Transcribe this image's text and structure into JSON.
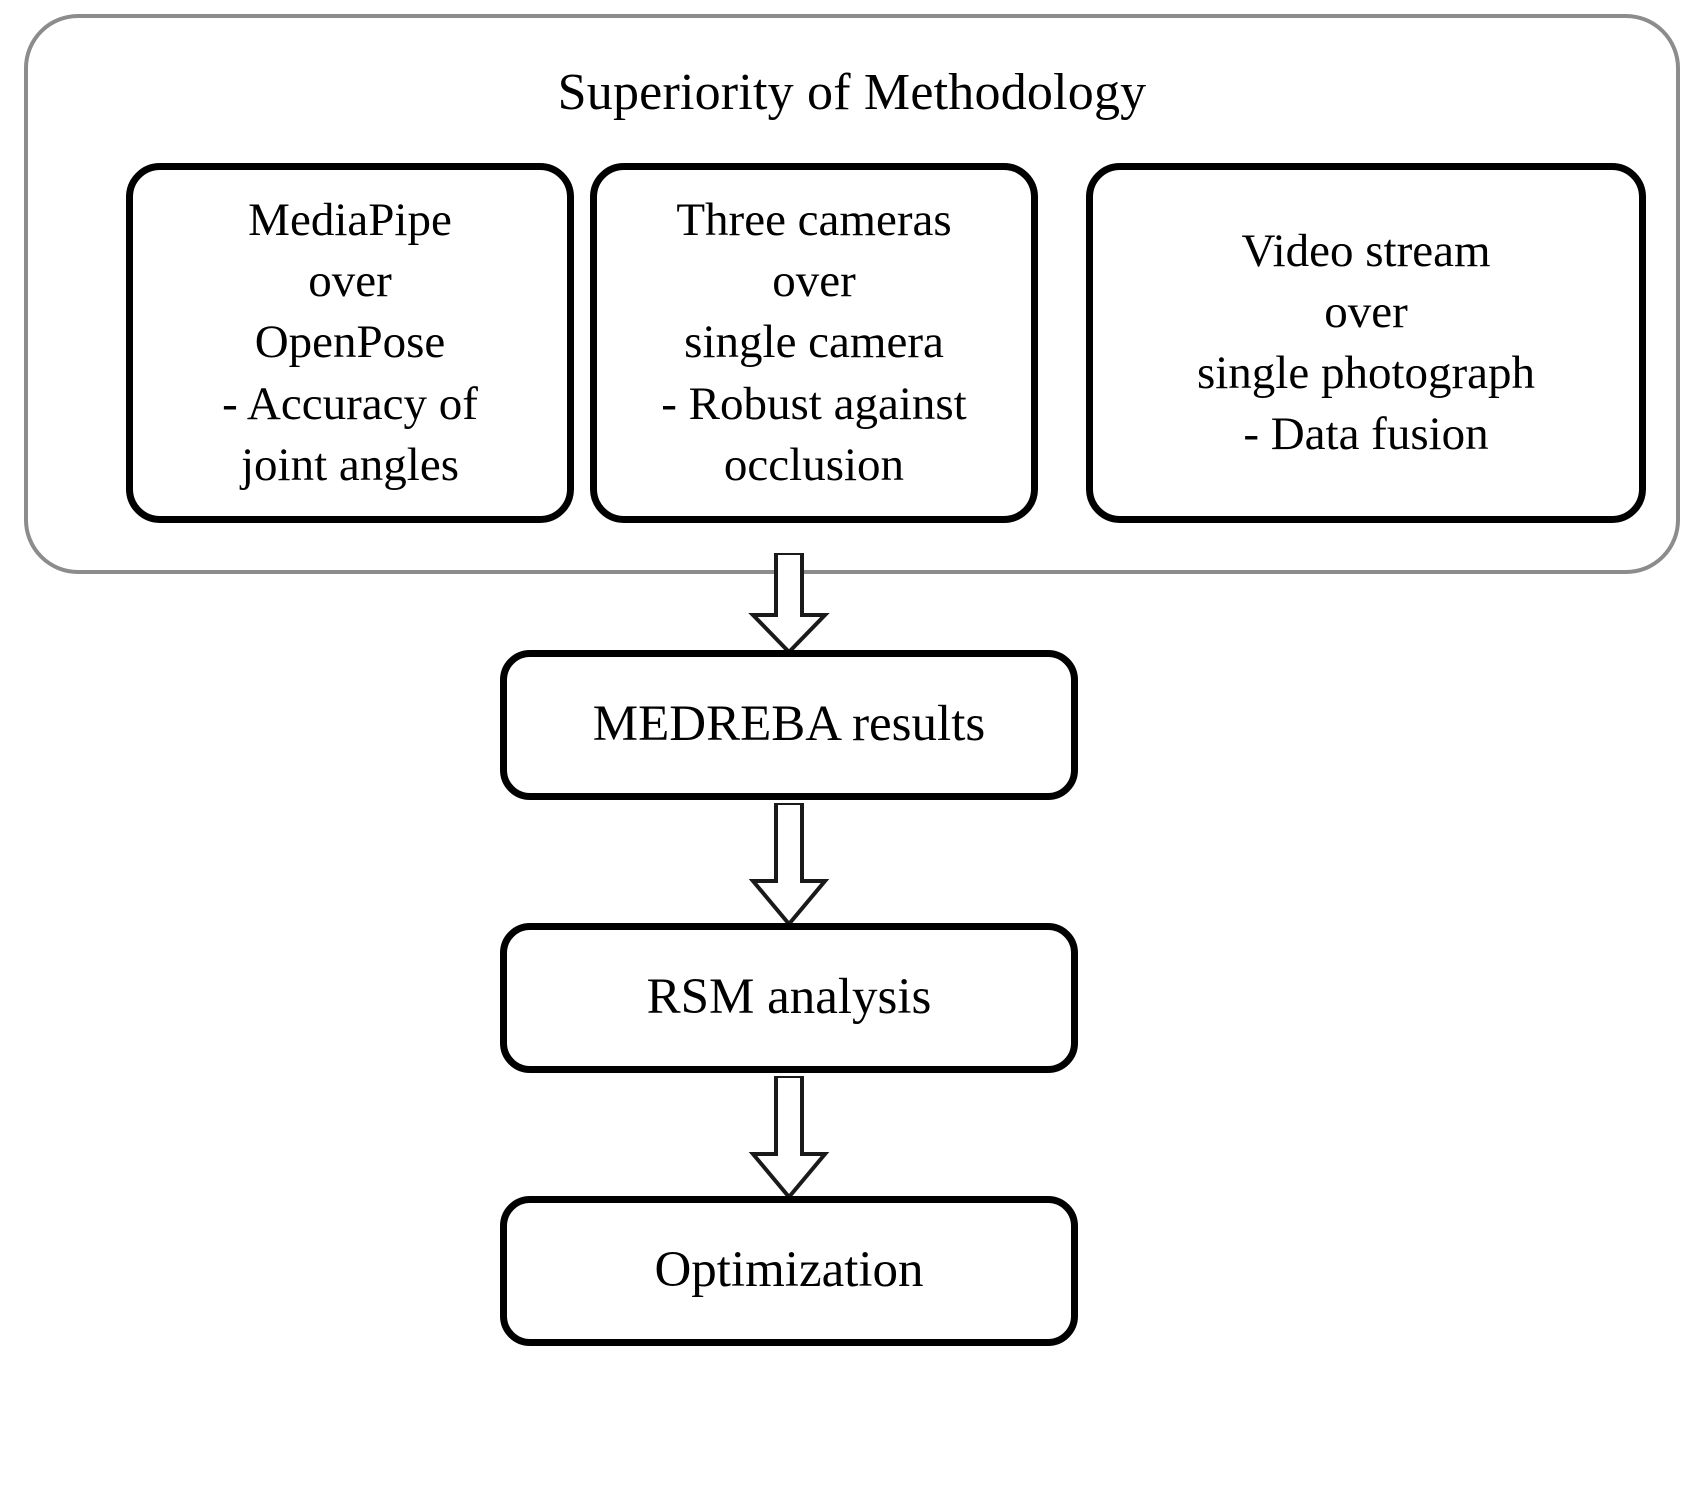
{
  "diagram": {
    "title": "Superiority of Methodology",
    "group": {
      "label": "Superiority of Methodology",
      "border_color": "#8c8c8c"
    },
    "features": [
      {
        "id": "mediapipe-over-openpose",
        "text": "MediaPipe\nover\nOpenPose\n- Accuracy of\njoint angles"
      },
      {
        "id": "three-cameras-over-single-camera",
        "text": "Three cameras\nover\nsingle camera\n- Robust against\nocclusion"
      },
      {
        "id": "video-stream-over-single-photograph",
        "text": "Video stream\nover\nsingle photograph\n- Data fusion"
      }
    ],
    "stages": [
      {
        "id": "medreba-results",
        "label": "MEDREBA results"
      },
      {
        "id": "rsm-analysis",
        "label": "RSM analysis"
      },
      {
        "id": "optimization",
        "label": "Optimization"
      }
    ],
    "arrows": [
      {
        "id": "arrow-group-to-medreba",
        "from": "superiority-group",
        "to": "medreba-results",
        "direction": "down",
        "style": "hollow-block"
      },
      {
        "id": "arrow-medreba-to-rsm",
        "from": "medreba-results",
        "to": "rsm-analysis",
        "direction": "down",
        "style": "hollow-block"
      },
      {
        "id": "arrow-rsm-to-optimization",
        "from": "rsm-analysis",
        "to": "optimization",
        "direction": "down",
        "style": "hollow-block"
      }
    ],
    "colors": {
      "stroke": "#000000",
      "group_stroke": "#8c8c8c",
      "background": "#ffffff",
      "text": "#000000"
    }
  }
}
